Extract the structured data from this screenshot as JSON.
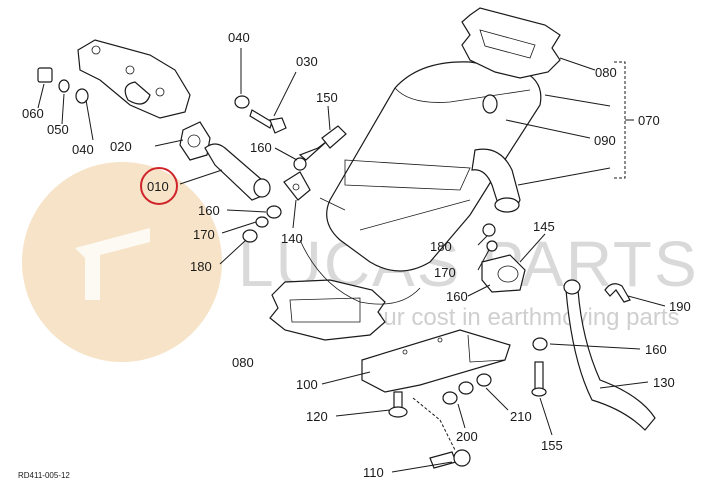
{
  "drawing_ref": "RD411-005-12",
  "watermark": {
    "brand": "LUCAS PARTS",
    "tagline": "reduce your cost in earthmoving parts"
  },
  "highlight": {
    "label": "010",
    "color": "#d0242b"
  },
  "callouts": {
    "p010": "010",
    "p020": "020",
    "p030": "030",
    "p040a": "040",
    "p040b": "040",
    "p050": "050",
    "p060": "060",
    "p070": "070",
    "p080a": "080",
    "p080b": "080",
    "p090": "090",
    "p100": "100",
    "p110": "110",
    "p120": "120",
    "p130": "130",
    "p140": "140",
    "p145": "145",
    "p150": "150",
    "p155": "155",
    "p160a": "160",
    "p160b": "160",
    "p160c": "160",
    "p160d": "160",
    "p170a": "170",
    "p170b": "170",
    "p180a": "180",
    "p180b": "180",
    "p190": "190",
    "p200": "200",
    "p210": "210"
  },
  "colors": {
    "line": "#1a1a1a",
    "watermark_text": "#d9d9d9",
    "watermark_logo": "#f6e3c8"
  }
}
